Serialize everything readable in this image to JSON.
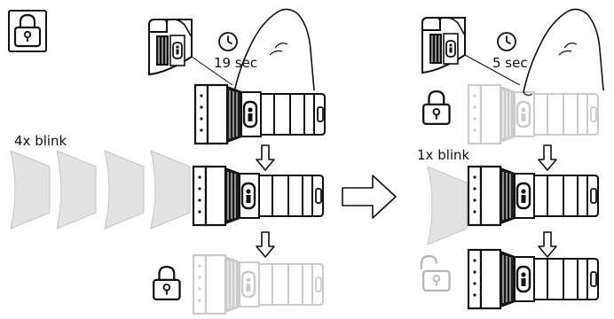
{
  "left_panel": {
    "lock_symbol": "padlock-closed-in-box",
    "timer_icon": "clock-icon",
    "duration": "19 sec",
    "blink_label": "4x blink",
    "blink_count": 4,
    "result_lock": "padlock-closed"
  },
  "transition_icon": "arrow-right-outline",
  "right_panel": {
    "timer_icon": "clock-icon",
    "duration": "5 sec",
    "blink_label": "1x blink",
    "blink_count": 1,
    "initial_lock": "padlock-closed",
    "result_lock": "padlock-open"
  },
  "colors": {
    "ink": "#111111",
    "faded": "#c9c9c9",
    "beam": "#e2e2e2",
    "beam_edge": "#bdbdbd"
  }
}
